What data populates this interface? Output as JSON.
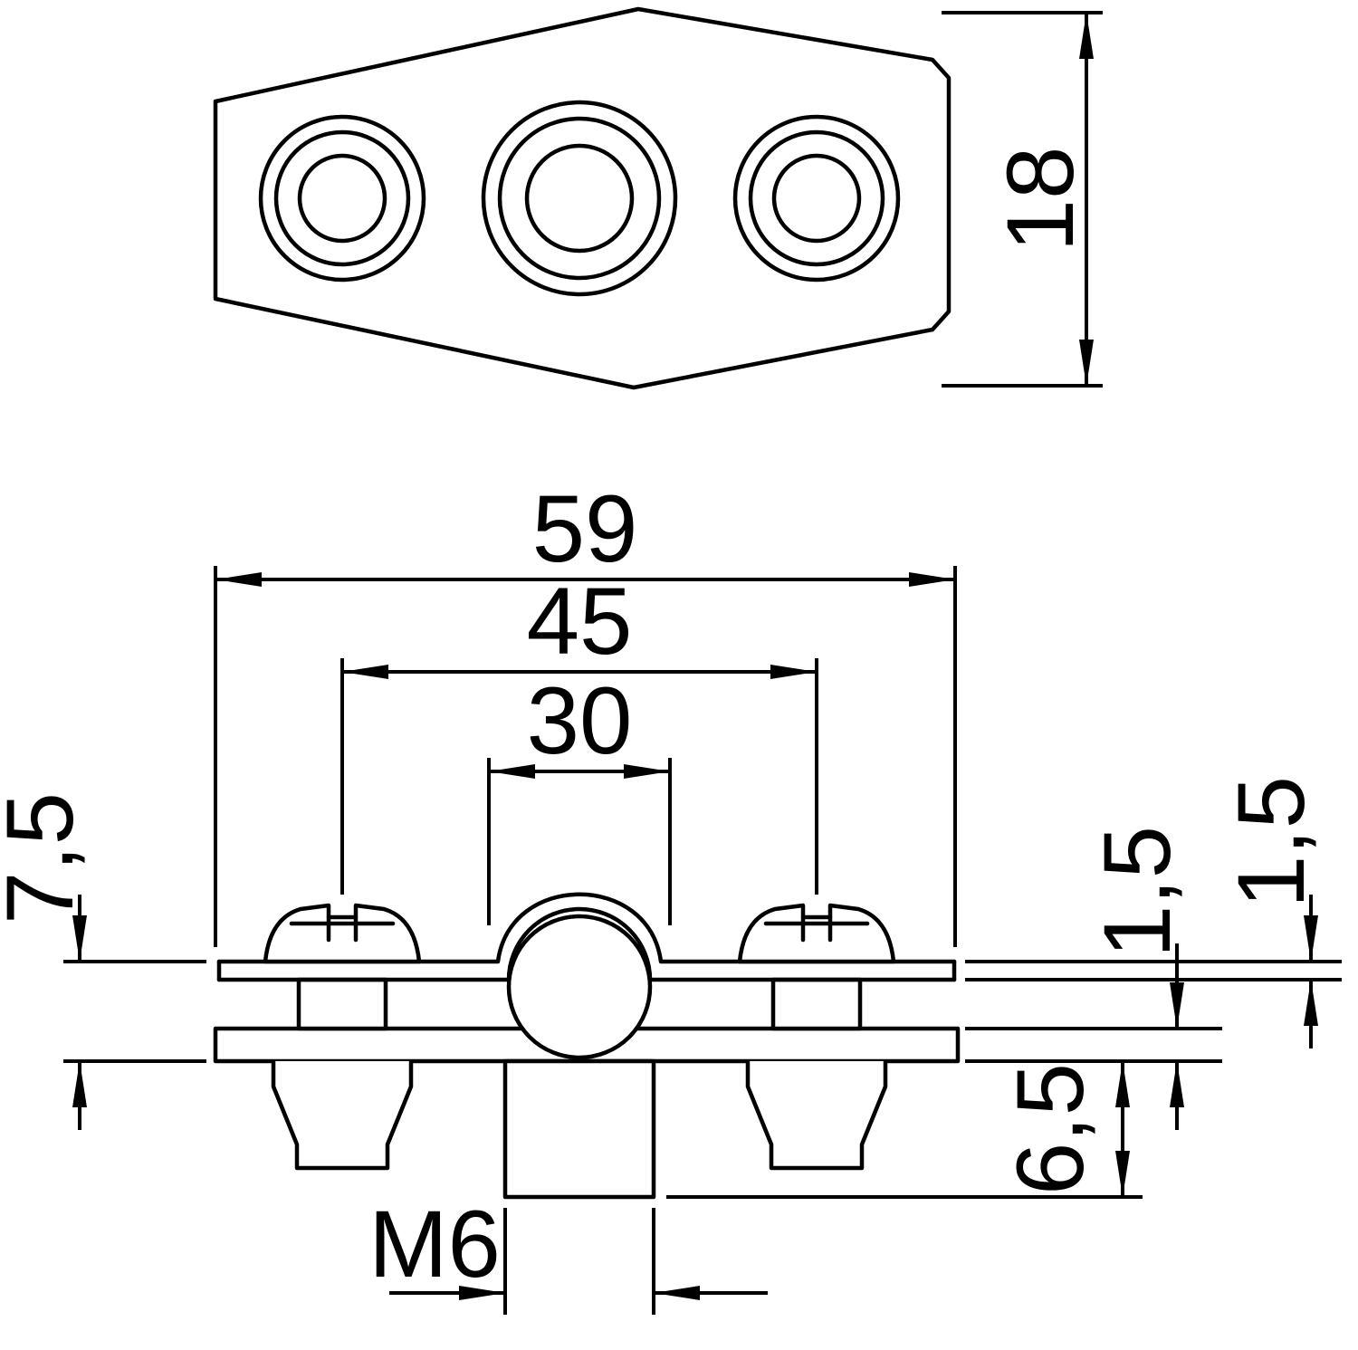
{
  "colors": {
    "line": "#000000",
    "background": "#ffffff"
  },
  "top_view": {
    "height": "18"
  },
  "front_view": {
    "overall_width": "59",
    "screw_spacing": "45",
    "saddle_width": "30",
    "left_height": "7,5",
    "strap_thickness": "1,5",
    "plate_thickness": "1,5",
    "stud_length": "6,5",
    "thread": "M6"
  }
}
